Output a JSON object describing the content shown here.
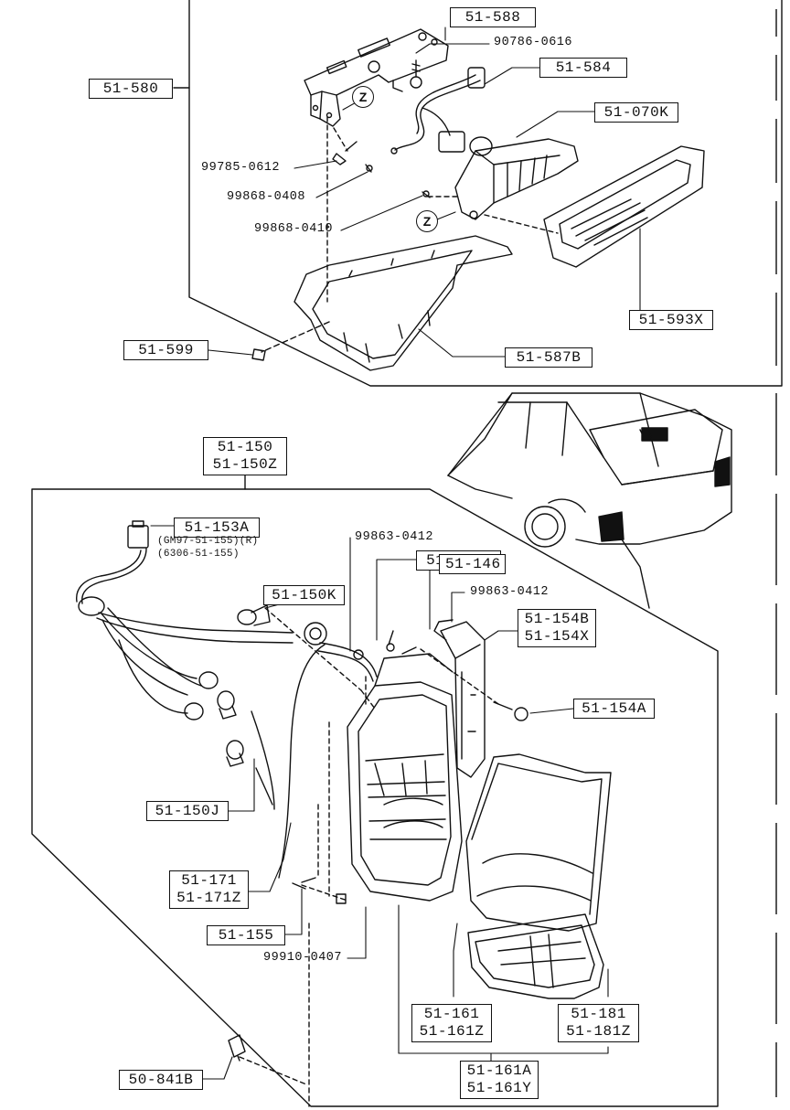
{
  "upper_group": {
    "group_label": "51-580",
    "callouts": {
      "p51_588": "51-588",
      "p90786_0616": "90786-0616",
      "p51_584": "51-584",
      "p51_070k": "51-070K",
      "p99785_0612": "99785-0612",
      "p99868_0408": "99868-0408",
      "p99868_0410": "99868-0410",
      "p51_593x": "51-593X",
      "p51_599": "51-599",
      "p51_587b": "51-587B"
    },
    "z_marks": [
      "Z",
      "Z"
    ]
  },
  "lower_group": {
    "group_labels": [
      "51-150",
      "51-150Z"
    ],
    "harness": {
      "label": "51-153A",
      "notes": [
        "(GM97-51-155)(R)",
        "(6306-51-155)"
      ]
    },
    "callouts": {
      "p51_150k": "51-150K",
      "p51_150j": "51-150J",
      "p99863_0412_a": "99863-0412",
      "p51_175e": "51-175E",
      "p51_146": "51-146",
      "p99863_0412_b": "99863-0412",
      "p51_154": [
        "51-154B",
        "51-154X"
      ],
      "p51_154a": "51-154A",
      "p51_171": [
        "51-171",
        "51-171Z"
      ],
      "p51_155": "51-155",
      "p99910_0407": "99910-0407",
      "p51_161": [
        "51-161",
        "51-161Z"
      ],
      "p51_181": [
        "51-181",
        "51-181Z"
      ],
      "p51_161a": [
        "51-161A",
        "51-161Y"
      ],
      "p50_841b": "50-841B"
    }
  },
  "colors": {
    "ink": "#111111",
    "paper": "#ffffff"
  }
}
